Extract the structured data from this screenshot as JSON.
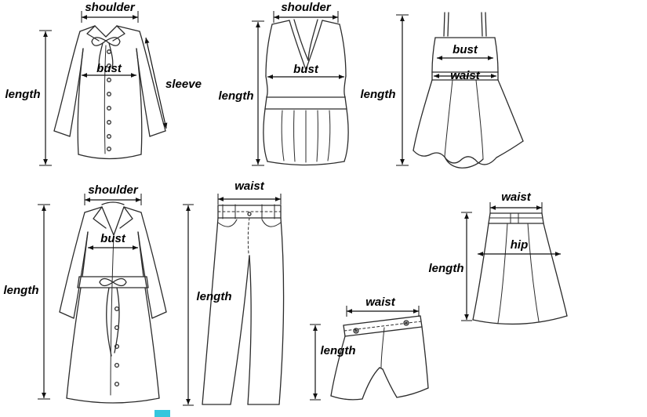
{
  "page": {
    "background": "#ffffff",
    "watermark_color": "#35c6dd"
  },
  "garments": {
    "blouse": {
      "shoulder": "shoulder",
      "bust": "bust",
      "length": "length",
      "sleeve": "sleeve"
    },
    "tank_top": {
      "shoulder": "shoulder",
      "bust": "bust",
      "length": "length"
    },
    "dress": {
      "bust": "bust",
      "waist": "waist",
      "length": "length"
    },
    "coat": {
      "shoulder": "shoulder",
      "bust": "bust",
      "length": "length"
    },
    "pants": {
      "waist": "waist",
      "length": "length"
    },
    "shorts": {
      "waist": "waist",
      "length": "length"
    },
    "skirt": {
      "waist": "waist",
      "hip": "hip",
      "length": "length"
    }
  }
}
